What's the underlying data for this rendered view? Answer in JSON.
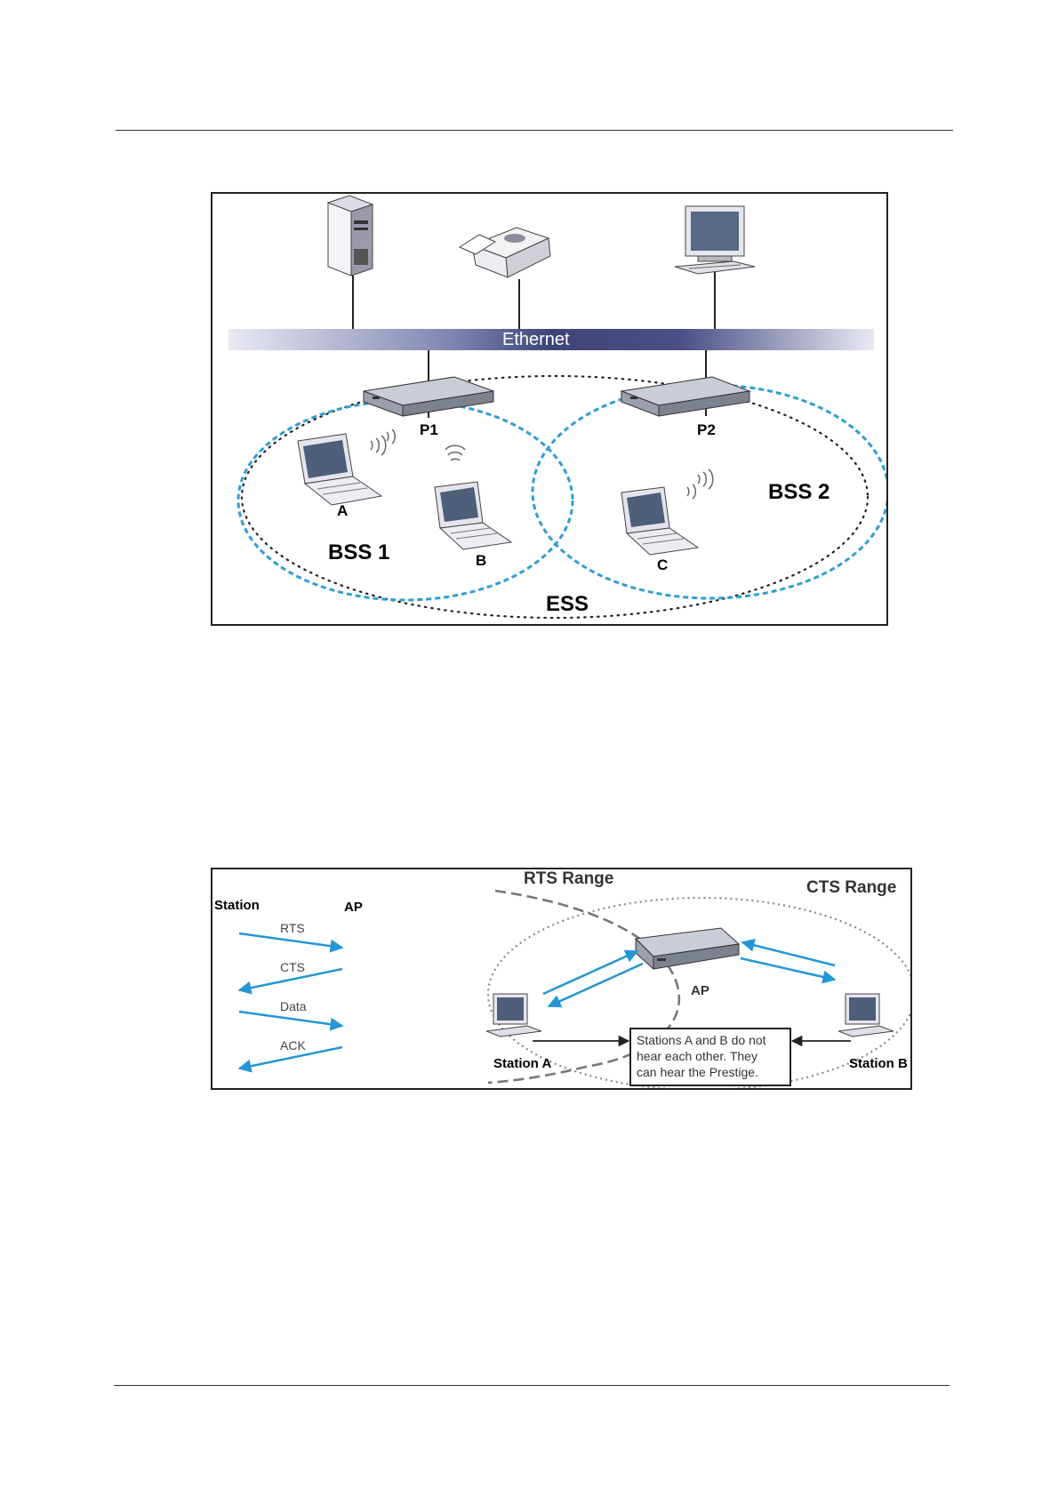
{
  "figure1": {
    "ethernet_label": "Ethernet",
    "access_points": [
      {
        "label": "P1",
        "icon": "access-point-icon"
      },
      {
        "label": "P2",
        "icon": "access-point-icon"
      }
    ],
    "clients": [
      {
        "label": "A",
        "icon": "laptop-icon"
      },
      {
        "label": "B",
        "icon": "laptop-icon"
      },
      {
        "label": "C",
        "icon": "laptop-icon"
      }
    ],
    "wired_devices": [
      {
        "icon": "server-icon"
      },
      {
        "icon": "printer-icon"
      },
      {
        "icon": "desktop-computer-icon"
      }
    ],
    "bss1_label": "BSS 1",
    "bss2_label": "BSS 2",
    "ess_label": "ESS",
    "colors": {
      "bss_dash": "#2a9fd6",
      "ethernet_band": "#4a4f86"
    }
  },
  "figure2": {
    "station_header": "Station",
    "ap_header": "AP",
    "messages": [
      {
        "label": "RTS",
        "direction": "station-to-ap"
      },
      {
        "label": "CTS",
        "direction": "ap-to-station"
      },
      {
        "label": "Data",
        "direction": "station-to-ap"
      },
      {
        "label": "ACK",
        "direction": "ap-to-station"
      }
    ],
    "rts_range_label": "RTS Range",
    "cts_range_label": "CTS Range",
    "ap_label": "AP",
    "station_a_label": "Station  A",
    "station_b_label": "Station B",
    "note_lines": [
      "Stations A and B do not",
      "hear each other. They",
      "can hear the Prestige."
    ],
    "colors": {
      "arrow": "#2196d8"
    }
  }
}
